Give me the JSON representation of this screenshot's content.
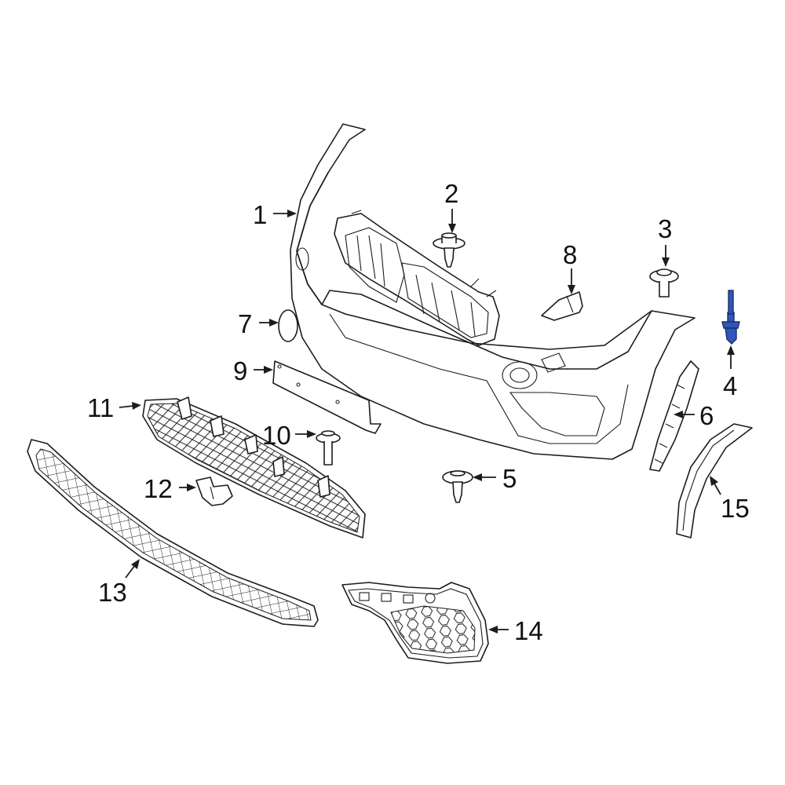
{
  "diagram": {
    "highlight_color": "#2f56b8",
    "line_color": "#1c1c1c",
    "callouts": [
      {
        "id": "1",
        "label": "1"
      },
      {
        "id": "2",
        "label": "2"
      },
      {
        "id": "3",
        "label": "3"
      },
      {
        "id": "4",
        "label": "4",
        "highlighted": true
      },
      {
        "id": "5",
        "label": "5"
      },
      {
        "id": "6",
        "label": "6"
      },
      {
        "id": "7",
        "label": "7"
      },
      {
        "id": "8",
        "label": "8"
      },
      {
        "id": "9",
        "label": "9"
      },
      {
        "id": "10",
        "label": "10"
      },
      {
        "id": "11",
        "label": "11"
      },
      {
        "id": "12",
        "label": "12"
      },
      {
        "id": "13",
        "label": "13"
      },
      {
        "id": "14",
        "label": "14"
      },
      {
        "id": "15",
        "label": "15"
      }
    ]
  }
}
